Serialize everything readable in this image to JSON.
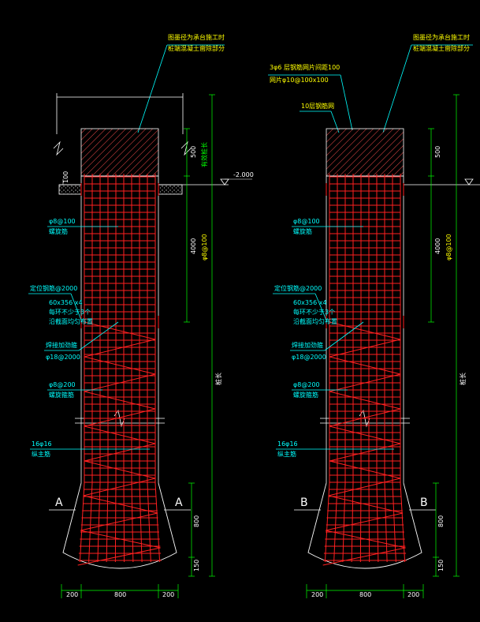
{
  "colors": {
    "background": "#000000",
    "rebar": "#ff2020",
    "annotation": "#00ffff",
    "dimension": "#00ff00",
    "outline": "#ffffff",
    "text_yellow": "#ffff00"
  },
  "piles": [
    {
      "top_note_1": "图墨径为承台施工时",
      "top_note_2": "桩端混凝土凿除部分",
      "mesh_note_1": "",
      "mesh_note_2": "",
      "ring_note": "",
      "spiral_note_1": "φ8@100",
      "spiral_note_2": "螺旋筋",
      "locator_note_1": "定位钢筋@2000",
      "locator_note_2": "60x356 x4",
      "locator_note_3": "每环不少于3个",
      "locator_note_4": "沿截面均匀布置",
      "stiffener_note_1": "焊接加劲箍",
      "stiffener_note_2": "φ18@2000",
      "spiral2_note_1": "φ8@200",
      "spiral2_note_2": "螺旋箍筋",
      "main_note_1": "16φ16",
      "main_note_2": "纵主筋",
      "section_label": "A",
      "level": "-2.000",
      "dim_500": "500",
      "dim_4000": "4000",
      "dim_800_right": "800",
      "dim_150": "150",
      "dim_bottom": [
        "200",
        "800",
        "200"
      ],
      "dim_phi": "φ8@100",
      "pile_length": "桩长",
      "pile_length_top": "有效桩长",
      "dim_small": "100"
    },
    {
      "top_note_1": "图墨径为承台施工时",
      "top_note_2": "桩端混凝土凿除部分",
      "mesh_note_1": "3φ6 层钢筋网片间距100",
      "mesh_note_2": "网片φ10@100x100",
      "ring_note": "10层钢筋网",
      "spiral_note_1": "φ8@100",
      "spiral_note_2": "螺旋筋",
      "locator_note_1": "定位钢筋@2000",
      "locator_note_2": "60x356 x4",
      "locator_note_3": "每环不少于3个",
      "locator_note_4": "沿截面均匀布置",
      "stiffener_note_1": "焊接加劲箍",
      "stiffener_note_2": "φ18@2000",
      "spiral2_note_1": "φ8@200",
      "spiral2_note_2": "螺旋箍筋",
      "main_note_1": "16φ16",
      "main_note_2": "纵主筋",
      "section_label": "B",
      "level": "",
      "dim_500": "500",
      "dim_4000": "4000",
      "dim_800_right": "800",
      "dim_150": "150",
      "dim_bottom": [
        "200",
        "800",
        "200"
      ],
      "dim_phi": "φ8@100",
      "pile_length": "桩长",
      "pile_length_top": "",
      "dim_small": ""
    }
  ]
}
